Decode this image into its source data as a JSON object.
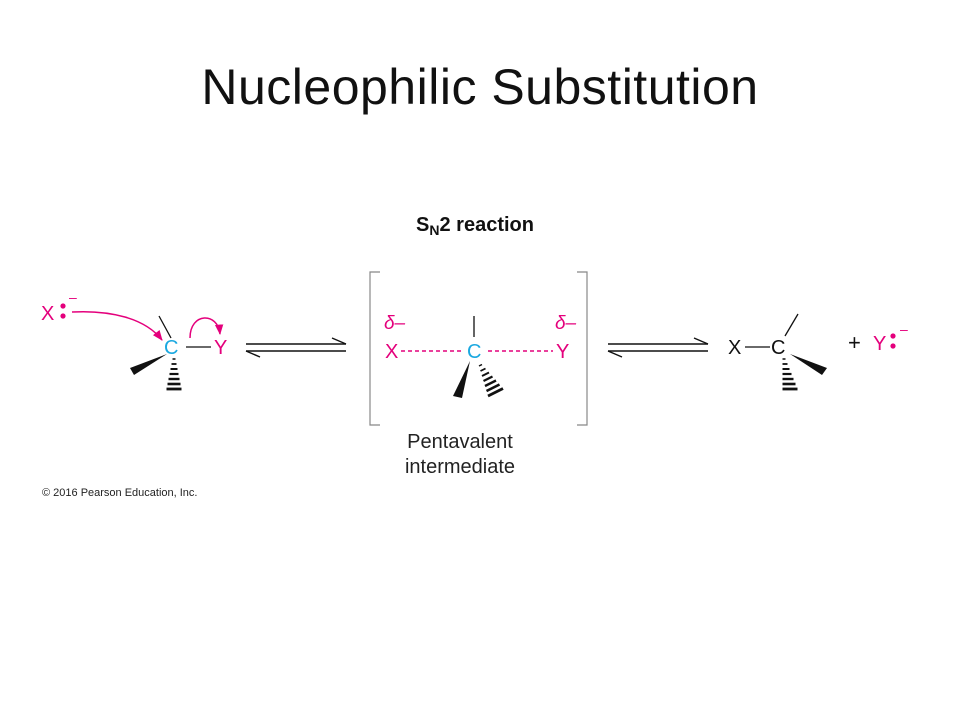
{
  "title": "Nucleophilic Substitution",
  "reaction_label": {
    "main": "S",
    "sub": "N",
    "rest": "2 reaction"
  },
  "reactant": {
    "nucleophile": "X",
    "carbon": "C",
    "leaving_group": "Y",
    "charge": "–"
  },
  "transition_state": {
    "partial_charge": "δ–",
    "left_atom": "X",
    "carbon": "C",
    "right_atom": "Y"
  },
  "caption": {
    "line1": "Pentavalent",
    "line2": "intermediate"
  },
  "product": {
    "left_atom": "X",
    "carbon": "C",
    "plus": "+",
    "ion": "Y",
    "charge": "–"
  },
  "copyright": "© 2016 Pearson Education, Inc.",
  "colors": {
    "magenta": "#e4007c",
    "cyan": "#1aa8e0",
    "black": "#111111",
    "bracket": "#888888"
  }
}
